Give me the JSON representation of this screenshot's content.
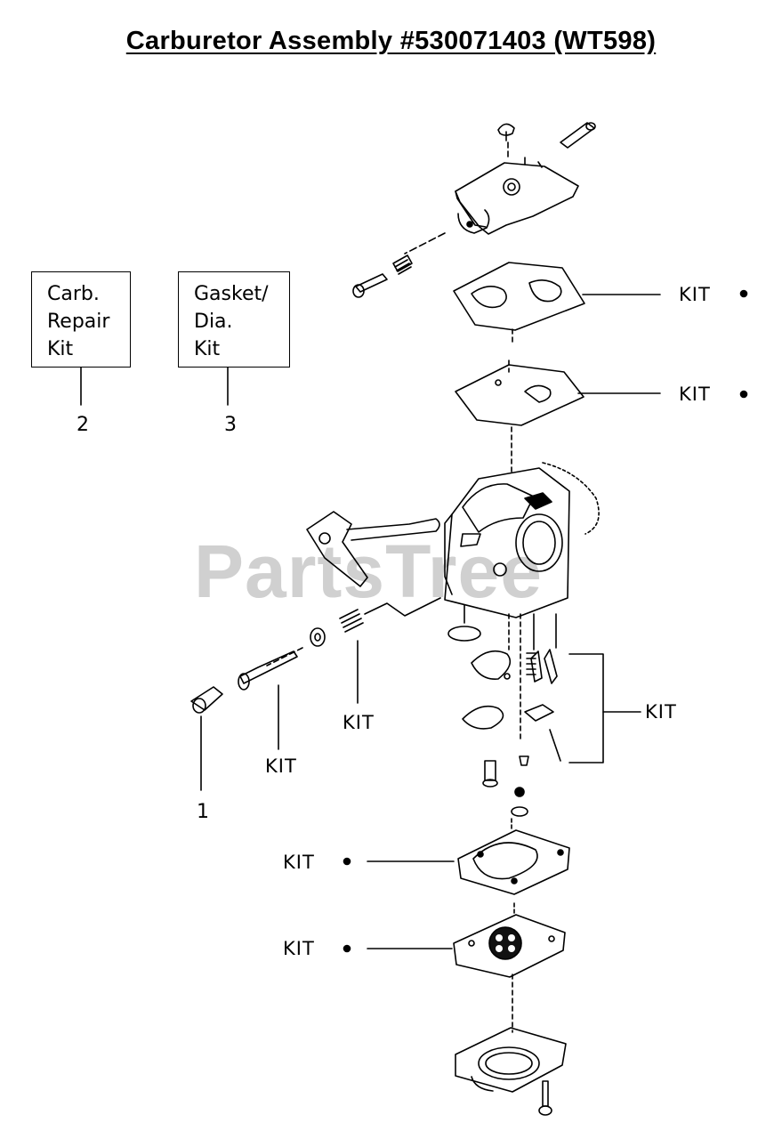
{
  "title": "Carburetor Assembly  #530071403 (WT598)",
  "watermark": "PartsTree",
  "kit_boxes": [
    {
      "number": "2",
      "lines": [
        "Carb.",
        "Repair",
        "Kit"
      ]
    },
    {
      "number": "3",
      "lines": [
        "Gasket/",
        "Dia.",
        "Kit"
      ]
    }
  ],
  "callouts": {
    "kit_label": "KIT",
    "part_1_number": "1"
  }
}
